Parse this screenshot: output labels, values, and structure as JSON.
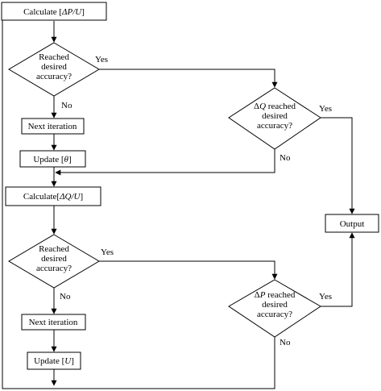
{
  "nodes": {
    "calc_dp": {
      "parts": [
        {
          "text": "Calculate [",
          "italic": false
        },
        {
          "text": "ΔP/U",
          "italic": true
        },
        {
          "text": "]",
          "italic": false
        }
      ]
    },
    "dec_acc_1": {
      "lines": [
        "Reached",
        "desired",
        "accuracy?"
      ]
    },
    "next_iter_1": {
      "parts": [
        {
          "text": "Next iteration",
          "italic": false
        }
      ]
    },
    "update_theta": {
      "parts": [
        {
          "text": "Update [",
          "italic": false
        },
        {
          "text": "θ",
          "italic": true
        },
        {
          "text": "]",
          "italic": false
        }
      ]
    },
    "calc_dq": {
      "parts": [
        {
          "text": "Calculate[",
          "italic": false
        },
        {
          "text": "ΔQ/U",
          "italic": true
        },
        {
          "text": "]",
          "italic": false
        }
      ]
    },
    "dec_acc_2": {
      "lines": [
        "Reached",
        "desired",
        "accuracy?"
      ]
    },
    "next_iter_2": {
      "parts": [
        {
          "text": "Next iteration",
          "italic": false
        }
      ]
    },
    "update_u": {
      "parts": [
        {
          "text": "Update [",
          "italic": false
        },
        {
          "text": "U",
          "italic": true
        },
        {
          "text": "]",
          "italic": false
        }
      ]
    },
    "dec_dq": {
      "first_line": [
        {
          "text": "Δ",
          "italic": false
        },
        {
          "text": "Q",
          "italic": true
        },
        {
          "text": " reached",
          "italic": false
        }
      ],
      "lines": [
        "desired",
        "accuracy?"
      ]
    },
    "dec_dp": {
      "first_line": [
        {
          "text": "Δ",
          "italic": false
        },
        {
          "text": "P",
          "italic": true
        },
        {
          "text": " reached",
          "italic": false
        }
      ],
      "lines": [
        "desired",
        "accuracy?"
      ]
    },
    "output": {
      "parts": [
        {
          "text": "Output",
          "italic": false
        }
      ]
    }
  },
  "edge_labels": {
    "acc1_yes": "Yes",
    "acc1_no": "No",
    "dq_yes": "Yes",
    "dq_no": "No",
    "acc2_yes": "Yes",
    "acc2_no": "No",
    "dp_yes": "Yes",
    "dp_no": "No"
  }
}
